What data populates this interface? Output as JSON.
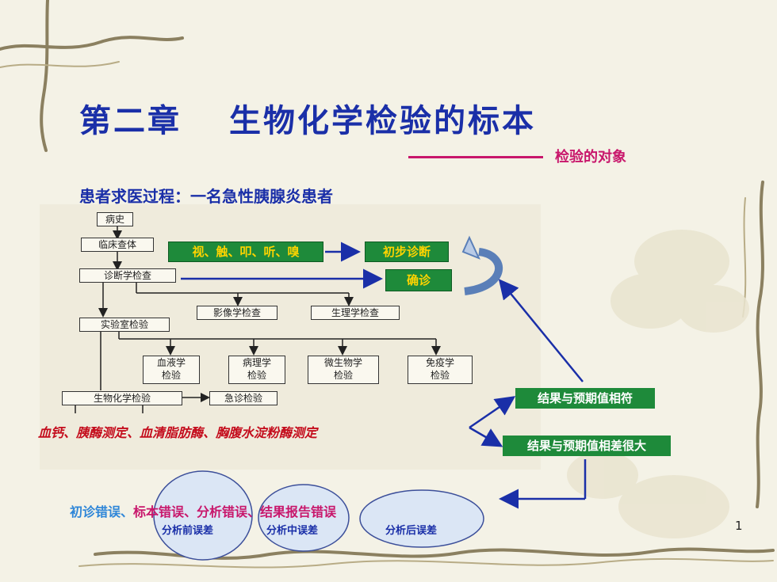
{
  "slide": {
    "title_part1": "第二章",
    "title_part2": "生物化学检验的标本",
    "subtitle": "检验的对象",
    "process_label": "患者求医过程：一名急性胰腺炎患者",
    "page_number": "1"
  },
  "flowchart": {
    "medical_history": "病史",
    "clinical_exam": "临床查体",
    "diagnostic_exam": "诊断学检查",
    "imaging": "影像学检查",
    "physiology": "生理学检查",
    "lab_exam": "实验室检验",
    "hematology_1": "血液学",
    "hematology_2": "检验",
    "pathology_1": "病理学",
    "pathology_2": "检验",
    "microbiology_1": "微生物学",
    "microbiology_2": "检验",
    "immunology_1": "免疫学",
    "immunology_2": "检验",
    "biochem": "生物化学检验",
    "emergency": "急诊检验"
  },
  "callouts": {
    "senses": "视、触、叩、听、嗅",
    "prelim_diagnosis": "初步诊断",
    "confirm": "确诊",
    "match": "结果与预期值相符",
    "mismatch": "结果与预期值相差很大"
  },
  "tests_line": "血钙、胰酶测定、血清脂肪酶、胸腹水淀粉酶测定",
  "errors": {
    "initial": "初诊错误、",
    "specimen": "标本错误、",
    "analysis": "分析错误、",
    "report": "结果报告错误",
    "pre_analytical": "分析前误差",
    "analytical": "分析中误差",
    "post_analytical": "分析后误差"
  },
  "colors": {
    "title_blue": "#1a2fa8",
    "accent_magenta": "#c8166b",
    "box_green": "#1e8a3a",
    "box_yellow_text": "#ffd400",
    "error_red": "#c40c1c"
  }
}
